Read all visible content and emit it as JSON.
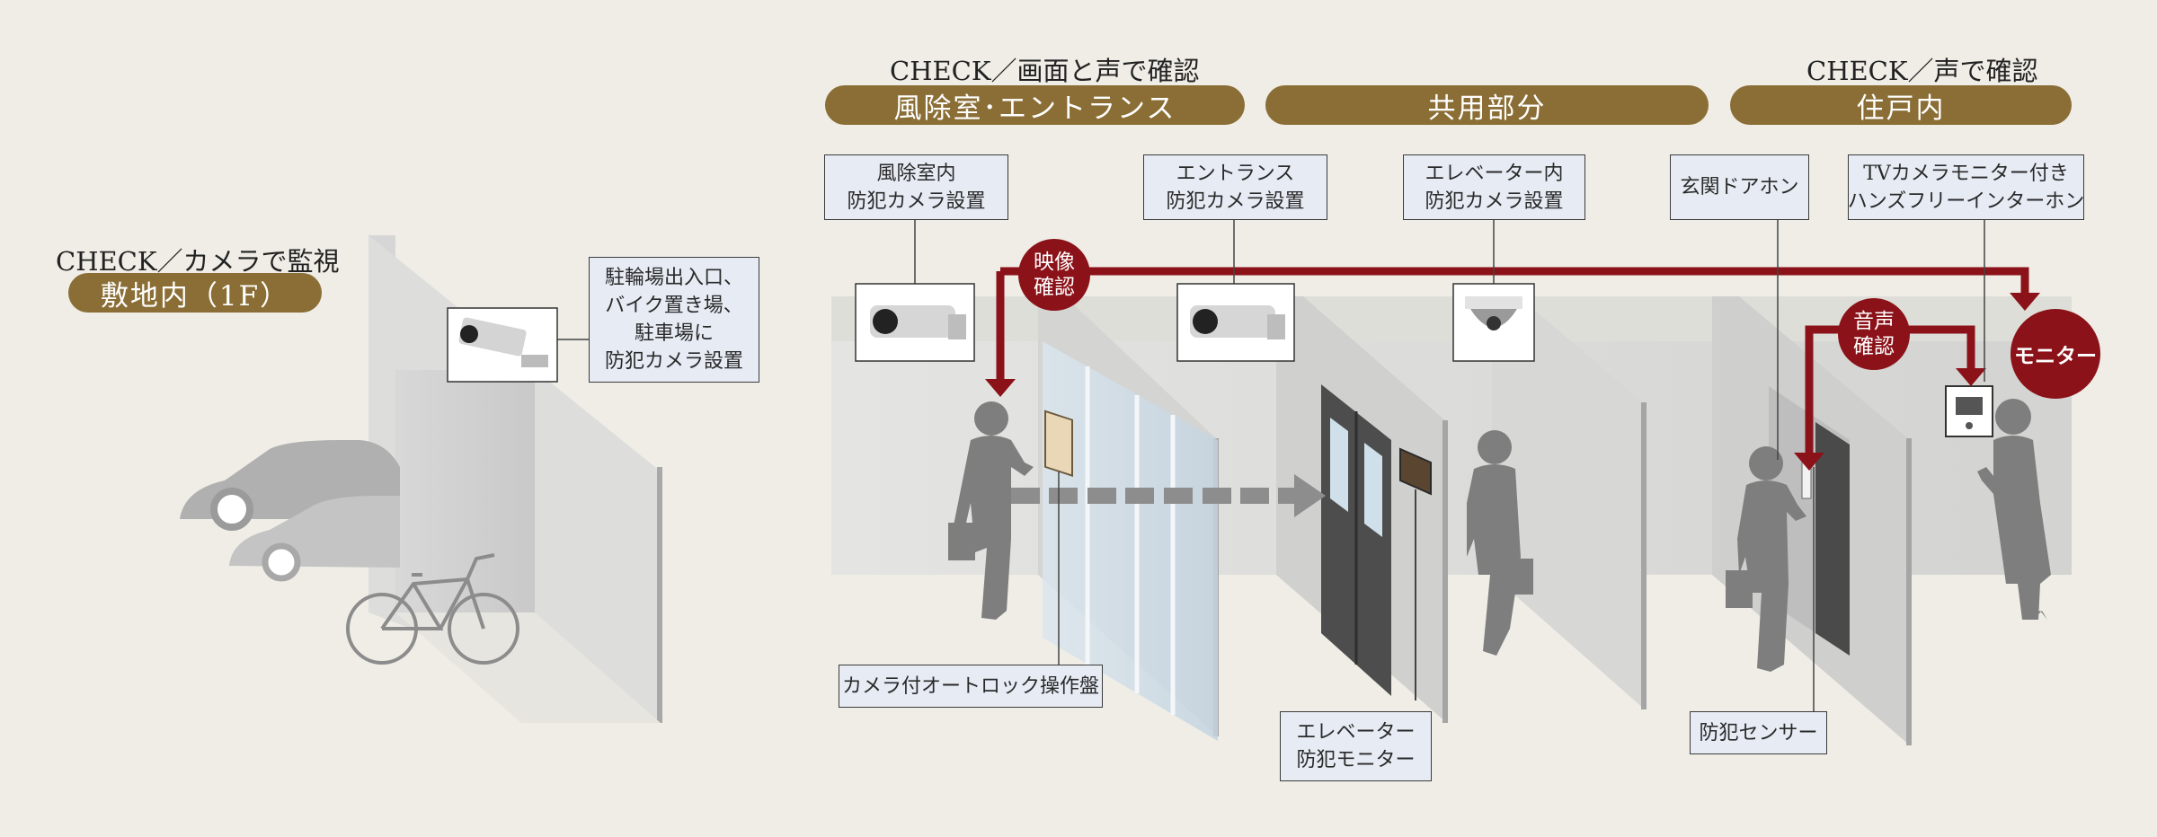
{
  "site": {
    "check": "CHECK／カメラで監視",
    "pill": "敷地内（1F）",
    "camera_label": [
      "駐輪場出入口、",
      "バイク置き場、",
      "駐車場に",
      "防犯カメラ設置"
    ]
  },
  "lobby": {
    "check": "CHECK／画面と声で確認",
    "pill": "風除室･エントランス"
  },
  "common": {
    "pill": "共用部分"
  },
  "unit": {
    "check": "CHECK／声で確認",
    "pill": "住戸内"
  },
  "labels": {
    "windbreak_camera": [
      "風除室内",
      "防犯カメラ設置"
    ],
    "entrance_camera": [
      "エントランス",
      "防犯カメラ設置"
    ],
    "elevator_camera": [
      "エレベーター内",
      "防犯カメラ設置"
    ],
    "door_phone": "玄関ドアホン",
    "tv_monitor": [
      "TVカメラモニター付き",
      "ハンズフリーインターホン"
    ],
    "autolock_panel": "カメラ付オートロック操作盤",
    "elevator_monitor": [
      "エレベーター",
      "防犯モニター"
    ],
    "security_sensor": "防犯センサー"
  },
  "badges": {
    "video_check": [
      "映像",
      "確認"
    ],
    "voice_check": [
      "音声",
      "確認"
    ],
    "monitor": "モニター"
  },
  "colors": {
    "accent_gold": "#8a6e35",
    "accent_red": "#8b1219",
    "label_bg": "#e6ebf4"
  }
}
